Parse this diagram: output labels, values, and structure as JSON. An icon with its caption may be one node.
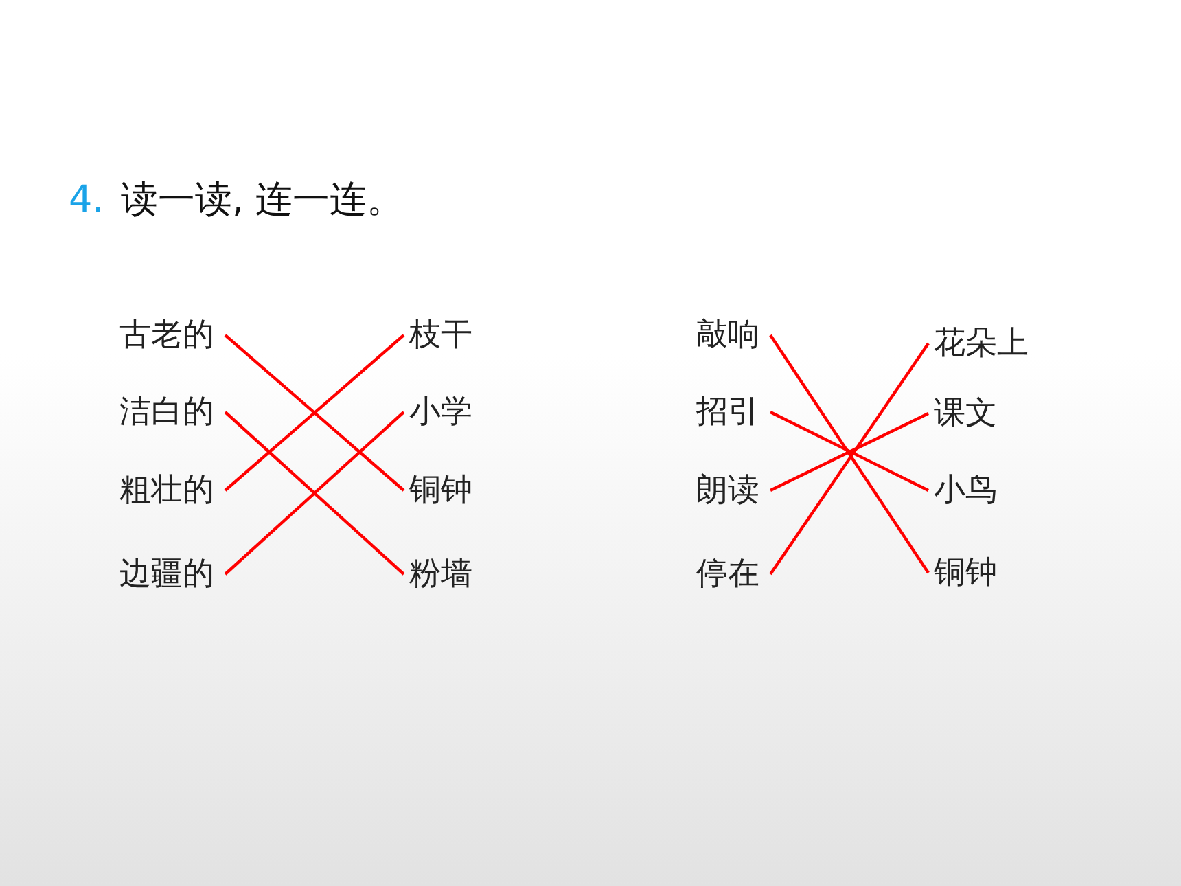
{
  "diagram": {
    "title": "读一读, 连一连。",
    "nodes": [
      {
        "text": [
          "古老的"
        ]
      },
      {
        "text": [
          "洁白的"
        ]
      },
      {
        "text": [
          "粗壮的"
        ]
      },
      {
        "text": [
          "边疆的"
        ]
      },
      {
        "text": [
          "枝干"
        ]
      },
      {
        "text": [
          "小学"
        ]
      },
      {
        "text": [
          "铜钟"
        ]
      },
      {
        "text": [
          "粉墙"
        ]
      },
      {
        "text": [
          "敲响"
        ]
      },
      {
        "text": [
          "招引"
        ]
      },
      {
        "text": [
          "朗读"
        ]
      },
      {
        "text": [
          "停在"
        ]
      },
      {
        "text": [
          "花朵上"
        ]
      },
      {
        "text": [
          "课文"
        ]
      },
      {
        "text": [
          "小鸟"
        ]
      },
      {
        "text": [
          "铜钟"
        ]
      }
    ],
    "edges": [
      {
        "from": 0,
        "to": 6,
        "arrow": "none",
        "color": "#ff0000"
      },
      {
        "from": 1,
        "to": 7,
        "arrow": "none",
        "color": "#ff0000"
      },
      {
        "from": 2,
        "to": 4,
        "arrow": "none",
        "color": "#ff0000"
      },
      {
        "from": 3,
        "to": 5,
        "arrow": "none",
        "color": "#ff0000"
      },
      {
        "from": 8,
        "to": 15,
        "arrow": "none",
        "color": "#ff0000"
      },
      {
        "from": 9,
        "to": 14,
        "arrow": "none",
        "color": "#ff0000"
      },
      {
        "from": 10,
        "to": 13,
        "arrow": "none",
        "color": "#ff0000"
      },
      {
        "from": 11,
        "to": 12,
        "arrow": "none",
        "color": "#ff0000"
      }
    ],
    "labels": [
      "4."
    ]
  }
}
